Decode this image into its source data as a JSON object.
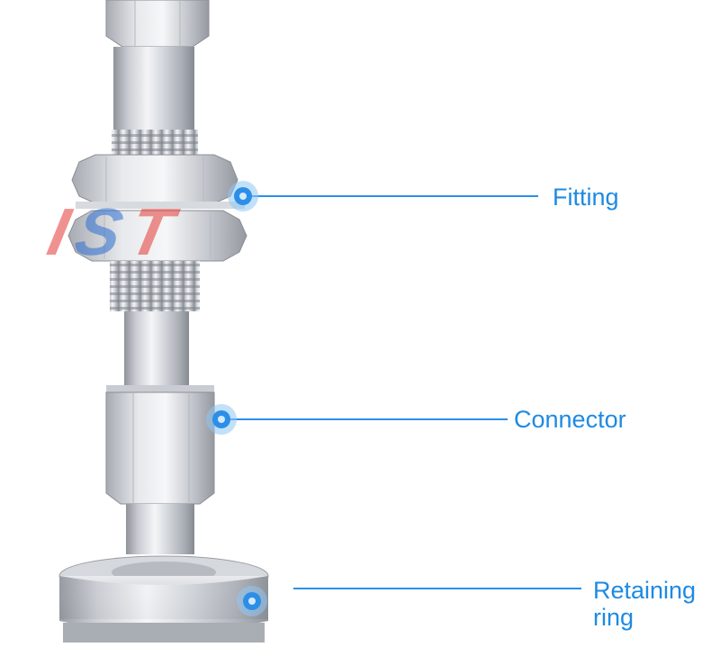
{
  "watermark": {
    "text": "IST",
    "colors": [
      "#e53935",
      "#2e6fd1"
    ]
  },
  "callouts": [
    {
      "id": "fitting",
      "label": "Fitting"
    },
    {
      "id": "connector",
      "label": "Connector"
    },
    {
      "id": "retaining-ring",
      "label": "Retaining\nring"
    }
  ],
  "colors": {
    "accent": "#2b8fe8",
    "label_text": "#1d8ae3",
    "marker_halo": "#8fc6f5",
    "metal_light": "#f2f3f5",
    "metal_mid": "#c9ccd2",
    "metal_dark": "#8f939a",
    "background": "#ffffff"
  },
  "icons": [
    "callout-dot-icon"
  ]
}
